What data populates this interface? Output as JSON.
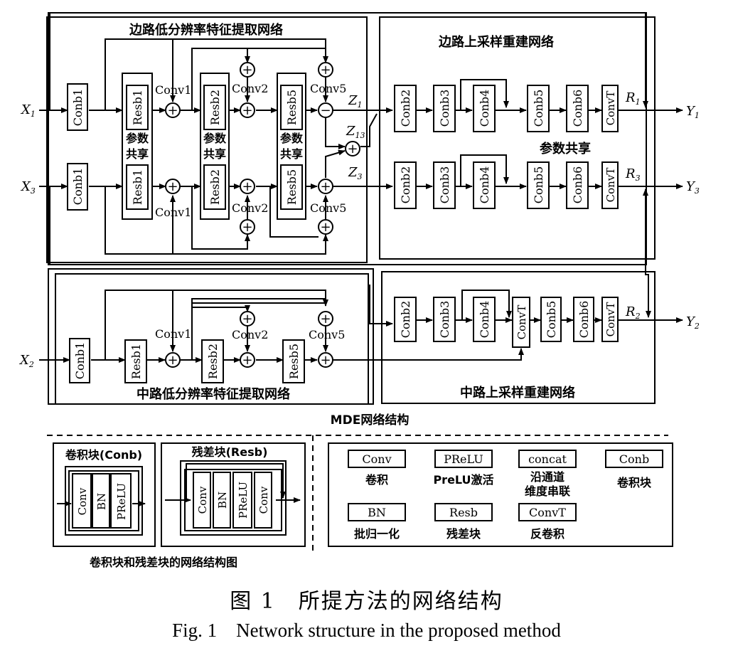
{
  "inputs": {
    "x1": "X",
    "x1_sub": "1",
    "x2": "X",
    "x2_sub": "2",
    "x3": "X",
    "x3_sub": "3"
  },
  "outputs": {
    "y1": "Y",
    "y1_sub": "1",
    "y2": "Y",
    "y2_sub": "2",
    "y3": "Y",
    "y3_sub": "3"
  },
  "intermediate": {
    "z1": "Z",
    "z1_sub": "1",
    "z3": "Z",
    "z3_sub": "3",
    "z13": "Z",
    "z13_sub": "13",
    "r1": "R",
    "r1_sub": "1",
    "r2": "R",
    "r2_sub": "2",
    "r3": "R",
    "r3_sub": "3"
  },
  "sections": {
    "side_low_res": "边路低分辨率特征提取网络",
    "side_upsample": "边路上采样重建网络",
    "mid_low_res": "中路低分辨率特征提取网络",
    "mid_upsample": "中路上采样重建网络",
    "mde": "MDE网络结构",
    "param_share": "参数共享",
    "param_share_a": "参数",
    "param_share_b": "共享"
  },
  "blocks": {
    "conb1": "Conb1",
    "conb2": "Conb2",
    "conb3": "Conb3",
    "conb4": "Conb4",
    "conb5": "Conb5",
    "conb6": "Conb6",
    "convt": "ConvT",
    "resb1": "Resb1",
    "resb2": "Resb2",
    "resb5": "Resb5",
    "conv1": "Conv1",
    "conv2": "Conv2",
    "conv5": "Conv5",
    "plus": "+",
    "minus": "−"
  },
  "detail": {
    "conb_title": "卷积块(Conb)",
    "resb_title": "残差块(Resb)",
    "conv": "Conv",
    "bn": "BN",
    "prelu": "PReLU",
    "caption": "卷积块和残差块的网络结构图"
  },
  "legend": [
    {
      "key": "Conv",
      "desc": "卷积"
    },
    {
      "key": "PReLU",
      "desc": "PreLU激活"
    },
    {
      "key": "concat",
      "desc": "沿通道",
      "desc2": "维度串联"
    },
    {
      "key": "Conb",
      "desc": "卷积块"
    },
    {
      "key": "BN",
      "desc": "批归一化"
    },
    {
      "key": "Resb",
      "desc": "残差块"
    },
    {
      "key": "ConvT",
      "desc": "反卷积"
    }
  ],
  "caption": {
    "cn": "图 1　所提方法的网络结构",
    "en": "Fig. 1　Network structure in the proposed method"
  }
}
